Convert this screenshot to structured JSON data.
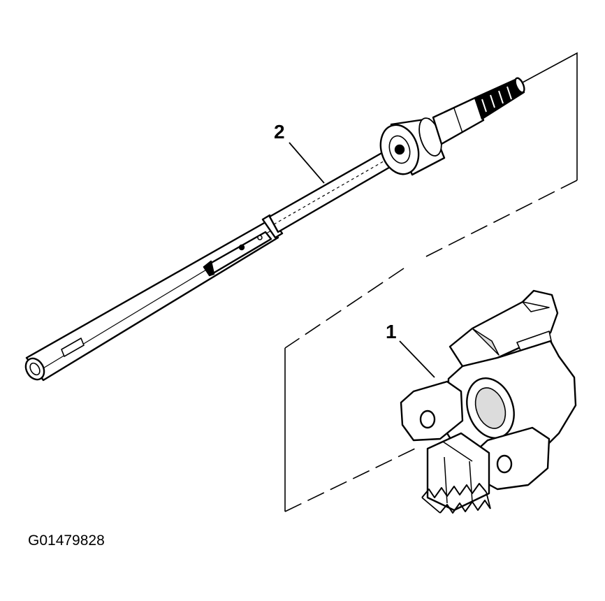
{
  "callouts": {
    "shaft": "2",
    "housing": "1"
  },
  "figure_id": "G01479828",
  "colors": {
    "line": "#000000",
    "fill": "#ffffff",
    "shade": "#dcdcdc"
  }
}
